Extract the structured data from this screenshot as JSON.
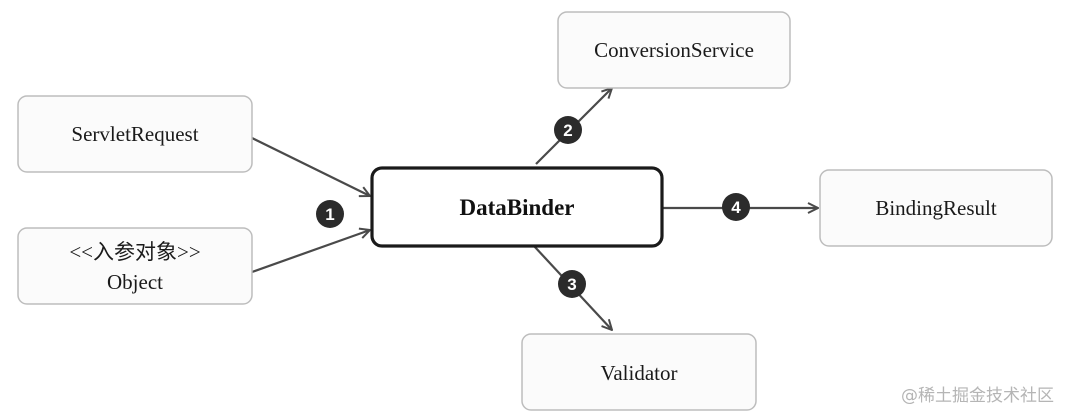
{
  "nodes": {
    "servlet_request": "ServletRequest",
    "object_stereotype": "<<入参对象>>",
    "object": "Object",
    "data_binder": "DataBinder",
    "conversion_service": "ConversionService",
    "binding_result": "BindingResult",
    "validator": "Validator"
  },
  "steps": [
    "1",
    "2",
    "3",
    "4"
  ],
  "watermark": "@稀土掘金技术社区"
}
